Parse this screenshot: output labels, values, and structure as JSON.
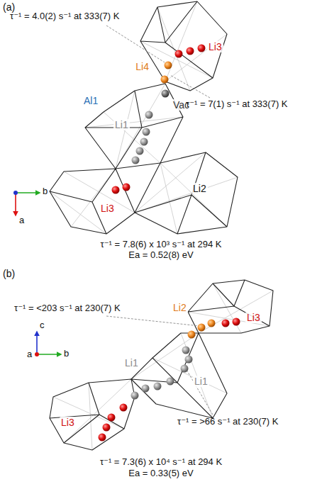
{
  "diagram": {
    "labels": [
      "(a)",
      "τ⁻¹ = 4.0(2) s⁻¹ at 333(7) K",
      "Li4",
      "Li3",
      "Al1",
      "Vac",
      "Li1",
      "τ⁻¹ = 7(1) s⁻¹ at 333(7) K",
      "Li3",
      "Li2",
      "b",
      "a",
      "τ⁻¹ = 7.8(6) x 10³ s⁻¹ at 294 K",
      "Ea = 0.52(8) eV",
      "(b)",
      "τ⁻¹ = <203 s⁻¹ at 230(7) K",
      "Li2",
      "Li3",
      "Li1",
      "Li1",
      "τ⁻¹ = >66 s⁻¹ at 230(7) K",
      "Li3",
      "c",
      "b",
      "a",
      "τ⁻¹ = 7.3(6) x 10⁴ s⁻¹ at 294 K",
      "Ea = 0.33(5) eV"
    ]
  }
}
